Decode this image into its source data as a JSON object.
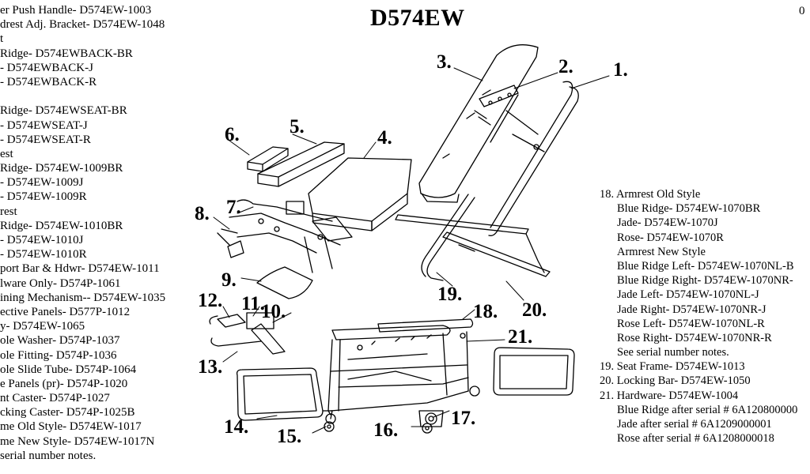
{
  "title": "D574EW",
  "corner_text": "0",
  "left_parts": [
    "er Push Handle- D574EW-1003",
    "drest Adj. Bracket- D574EW-1048",
    "t",
    " Ridge- D574EWBACK-BR",
    "- D574EWBACK-J",
    "- D574EWBACK-R",
    "",
    " Ridge- D574EWSEAT-BR",
    "- D574EWSEAT-J",
    "- D574EWSEAT-R",
    "est",
    " Ridge- D574EW-1009BR",
    "- D574EW-1009J",
    "- D574EW-1009R",
    "rest",
    " Ridge- D574EW-1010BR",
    "- D574EW-1010J",
    "- D574EW-1010R",
    "port Bar & Hdwr- D574EW-1011",
    "lware Only- D574P-1061",
    "ining Mechanism-- D574EW-1035",
    "ective Panels- D577P-1012",
    "y- D574EW-1065",
    "ole Washer- D574P-1037",
    "ole Fitting- D574P-1036",
    "ole Slide Tube- D574P-1064",
    "e Panels (pr)- D574P-1020",
    "nt Caster- D574P-1027",
    "cking Caster- D574P-1025B",
    "me Old Style- D574EW-1017",
    "me New Style- D574EW-1017N",
    " serial number notes."
  ],
  "right_parts": [
    {
      "text": "18. Armrest Old Style",
      "indent": false
    },
    {
      "text": "Blue Ridge- D574EW-1070BR",
      "indent": true
    },
    {
      "text": "Jade- D574EW-1070J",
      "indent": true
    },
    {
      "text": "Rose- D574EW-1070R",
      "indent": true
    },
    {
      "text": "Armrest New Style",
      "indent": true
    },
    {
      "text": "Blue Ridge Left- D574EW-1070NL-B",
      "indent": true
    },
    {
      "text": "Blue Ridge Right- D574EW-1070NR-",
      "indent": true
    },
    {
      "text": "Jade Left- D574EW-1070NL-J",
      "indent": true
    },
    {
      "text": "Jade Right- D574EW-1070NR-J",
      "indent": true
    },
    {
      "text": "Rose Left- D574EW-1070NL-R",
      "indent": true
    },
    {
      "text": "Rose Right- D574EW-1070NR-R",
      "indent": true
    },
    {
      "text": "See serial number notes.",
      "indent": true
    },
    {
      "text": "19. Seat Frame- D574EW-1013",
      "indent": false
    },
    {
      "text": "20. Locking Bar- D574EW-1050",
      "indent": false
    },
    {
      "text": "21. Hardware- D574EW-1004",
      "indent": false
    },
    {
      "text": "Blue Ridge after serial # 6A120800000",
      "indent": true
    },
    {
      "text": "Jade after serial # 6A1209000001",
      "indent": true
    },
    {
      "text": "Rose after serial # 6A1208000018",
      "indent": true
    }
  ],
  "callouts": {
    "c1": "1.",
    "c2": "2.",
    "c3": "3.",
    "c4": "4.",
    "c5": "5.",
    "c6": "6.",
    "c7": "7.",
    "c8": "8.",
    "c9": "9.",
    "c10": "10.",
    "c11": "11.",
    "c12": "12.",
    "c13": "13.",
    "c14": "14.",
    "c15": "15.",
    "c16": "16.",
    "c17": "17.",
    "c18": "18.",
    "c19": "19.",
    "c20": "20.",
    "c21": "21."
  }
}
